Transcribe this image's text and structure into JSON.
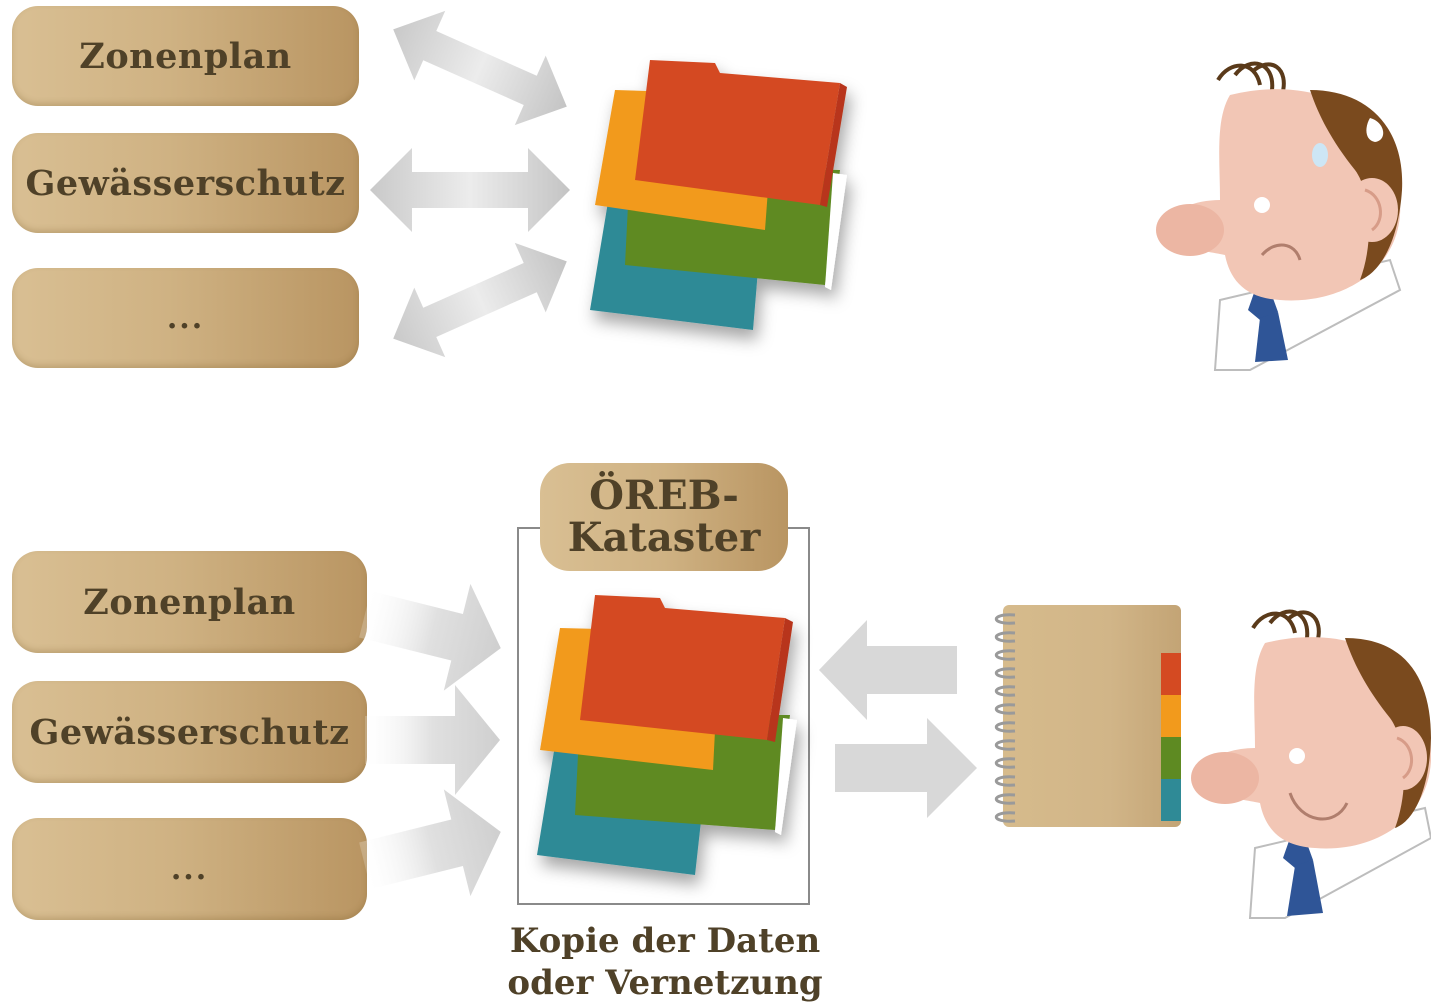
{
  "top_section": {
    "sources": [
      {
        "label": "Zonenplan"
      },
      {
        "label": "Gewässerschutz"
      },
      {
        "label": "..."
      }
    ]
  },
  "bottom_section": {
    "sources": [
      {
        "label": "Zonenplan"
      },
      {
        "label": "Gewässerschutz"
      },
      {
        "label": "..."
      }
    ],
    "cadastre": {
      "line1": "ÖREB-",
      "line2": "Kataster"
    },
    "caption": {
      "line1": "Kopie der Daten",
      "line2": "oder Vernetzung"
    }
  },
  "colors": {
    "pill": "#cfb283",
    "text": "#4f4128",
    "folder_red": "#d44a22",
    "folder_orange": "#f29a1c",
    "folder_green": "#5e8a22",
    "folder_teal": "#2f8a96",
    "arrow": "#d6d6d6",
    "tie": "#2f5597"
  },
  "icons": [
    "folder-stack-icon",
    "person-worried-icon",
    "person-happy-icon",
    "notebook-icon",
    "double-arrow-icon",
    "arrow-icon"
  ]
}
